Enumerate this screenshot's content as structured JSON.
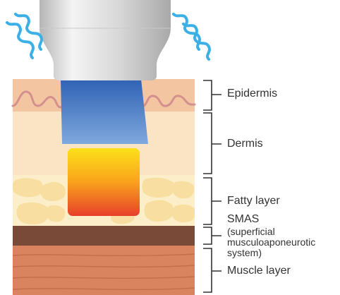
{
  "layers": [
    {
      "key": "epidermis",
      "label": "Epidermis",
      "color": "#f3c6a1"
    },
    {
      "key": "dermis",
      "label": "Dermis",
      "color": "#fbe4c4"
    },
    {
      "key": "fatty",
      "label": "Fatty layer",
      "color": "#fbeec8",
      "blob_color": "#f8dea0"
    },
    {
      "key": "smas",
      "label": "SMAS",
      "sublabel_lines": [
        "(superficial",
        "musculoaponeurotic",
        "system)"
      ],
      "color": "#7a4a38"
    },
    {
      "key": "muscle",
      "label": "Muscle layer",
      "color": "#d9845e",
      "fiber_color": "#c46d49"
    }
  ],
  "device": {
    "body_color": "#d8d8d8",
    "highlight_color": "#f4f4f4",
    "shadow_color": "#b5b5b5"
  },
  "waves_color": "#3ab0e6",
  "beam_gradient": [
    "#2f62b5",
    "#7fa8dd"
  ],
  "focal_gradient": [
    "#fde11a",
    "#f9a21b",
    "#e8402a"
  ],
  "bracket_color": "#333333",
  "papillae_color": "#d48f8f"
}
